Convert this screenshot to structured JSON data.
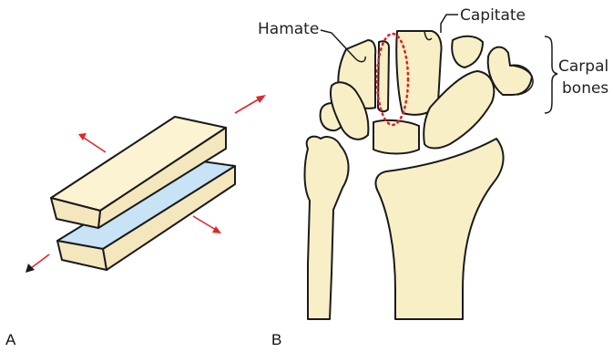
{
  "panels": {
    "a_label": "A",
    "b_label": "B"
  },
  "labels": {
    "hamate": "Hamate",
    "capitate": "Capitate",
    "carpal_line1": "Carpal",
    "carpal_line2": "bones"
  },
  "colors": {
    "bone_fill": "#f8efc6",
    "gliding_surface": "#c7e3f5",
    "force_arrow": "#e0262a",
    "joint_highlight": "#d9262b"
  }
}
